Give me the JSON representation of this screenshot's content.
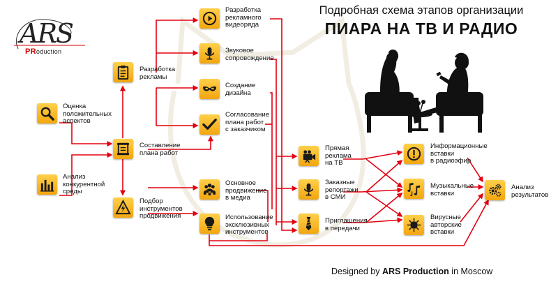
{
  "logo": {
    "brand": "ARS",
    "sub_accent": "PR",
    "sub_rest": "oduction"
  },
  "title": {
    "top": "Подробная схема этапов организации",
    "main": "ПИАРА НА ТВ И РАДИО"
  },
  "nodes": {
    "evaluation": {
      "label": "Оценка\nположительных\nаспектов",
      "icon": "magnifier-icon"
    },
    "analysis": {
      "label": "Анализ\nконкурентной\nсреды",
      "icon": "bar-chart-icon"
    },
    "work_plan": {
      "label": "Составление\nплана работ",
      "icon": "scroll-icon"
    },
    "ad_dev": {
      "label": "Разработка\nрекламы",
      "icon": "clipboard-icon"
    },
    "tools_select": {
      "label": "Подбор\nинструментов\nпродвижения",
      "icon": "lightning-icon"
    },
    "video": {
      "label": "Разработка\nрекламного\nвидеоряда",
      "icon": "play-icon"
    },
    "sound": {
      "label": "Звуковое\nсопровождение",
      "icon": "microphone-icon"
    },
    "design": {
      "label": "Создание\nдизайна",
      "icon": "mask-icon"
    },
    "approval": {
      "label": "Согласование\nплана работ\nс заказчиком",
      "icon": "checkmark-icon"
    },
    "media_promo": {
      "label": "Основное\nпродвижение\nв медиа",
      "icon": "people-icon"
    },
    "exclusive": {
      "label": "Использование\nэксклюзивных\nинструментов",
      "icon": "lightbulb-icon"
    },
    "direct_ad": {
      "label": "Прямая\nреклама\nна ТВ",
      "icon": "camera-icon"
    },
    "reports": {
      "label": "Заказные\nрепортажи\nв СМИ",
      "icon": "microphone-icon"
    },
    "invitations": {
      "label": "Приглашения\nв передачи",
      "icon": "tie-icon"
    },
    "info_inserts": {
      "label": "Информационные\nвставки\nв радиоэфир",
      "icon": "exclamation-icon"
    },
    "music_inserts": {
      "label": "Музыкальные\nвставки",
      "icon": "music-notes-icon"
    },
    "viral_inserts": {
      "label": "Вирусные\nавторские\nвставки",
      "icon": "virus-icon"
    },
    "results": {
      "label": "Анализ\nрезультатов",
      "icon": "gears-icon"
    }
  },
  "footer": {
    "prefix": "Designed by ",
    "brand": "ARS Production",
    "suffix": " in Moscow"
  },
  "colors": {
    "arrow": "#e3000f",
    "node_top": "#ffd04a",
    "node_bottom": "#f2a60f",
    "icon": "#1a1a1a"
  }
}
